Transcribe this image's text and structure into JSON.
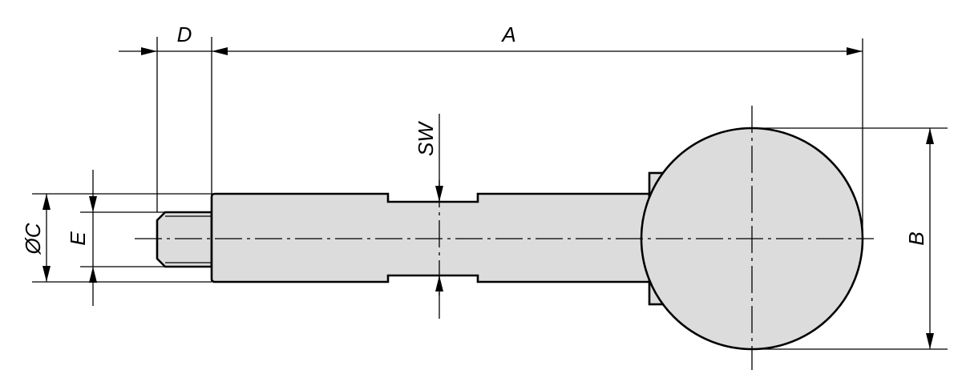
{
  "diagram": {
    "labels": {
      "A": "A",
      "B": "B",
      "C": "ØC",
      "D": "D",
      "E": "E",
      "SW": "SW"
    },
    "colors": {
      "line": "#000000",
      "part_fill": "#dcdcdc",
      "background": "#ffffff"
    }
  }
}
